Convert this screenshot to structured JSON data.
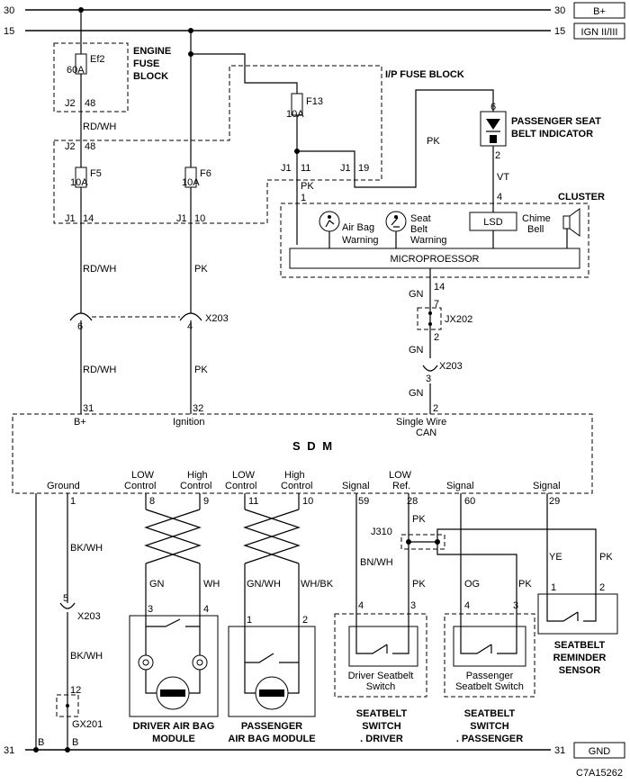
{
  "terminals": {
    "b_plus": {
      "num_left": "30",
      "num_right": "30",
      "label": "B+"
    },
    "ign": {
      "num_left": "15",
      "num_right": "15",
      "label": "IGN II/III"
    },
    "gnd": {
      "num_left": "31",
      "num_right": "31",
      "label": "GND"
    }
  },
  "engine_fuse_block": {
    "title_lines": [
      "ENGINE",
      "FUSE",
      "BLOCK"
    ],
    "fuse_name": "Ef2",
    "fuse_rating": "60A",
    "pin_conn": "J2",
    "pin_num": "48"
  },
  "ip_fuse_block": {
    "title": "I/P FUSE BLOCK",
    "f13_name": "F13",
    "f13_rating": "10A",
    "in_conn": "J2",
    "in_pin": "48",
    "f5_name": "F5",
    "f5_rating": "10A",
    "f5_conn": "J1",
    "f5_pin": "14",
    "f6_name": "F6",
    "f6_rating": "10A",
    "f6_conn": "J1",
    "f6_pin": "10",
    "j1_11_conn": "J1",
    "j1_11_pin": "11",
    "j1_19_conn": "J1",
    "j1_19_pin": "19"
  },
  "passenger_seat_belt_indicator": {
    "title_lines": [
      "PASSENGER SEAT",
      "BELT INDICATOR"
    ],
    "pin_top": "6",
    "pin_bottom": "2"
  },
  "cluster": {
    "title": "CLUSTER",
    "pin_pk": "1",
    "pin_vt": "4",
    "pin_can": "14",
    "airbag_lines": [
      "Air Bag",
      "Warning"
    ],
    "seatbelt_lines": [
      "Seat",
      "Belt",
      "Warning"
    ],
    "lsd": "LSD",
    "chime_lines": [
      "Chime",
      "Bell"
    ],
    "microprocessor": "MICROPROESSOR"
  },
  "wires": {
    "rd_wh": "RD/WH",
    "pk": "PK",
    "vt": "VT",
    "gn": "GN",
    "bk_wh": "BK/WH",
    "gn_wh": "GN/WH",
    "wh": "WH",
    "wh_bk": "WH/BK",
    "bn_wh": "BN/WH",
    "og": "OG",
    "ye": "YE"
  },
  "connectors": {
    "x203_a": {
      "name": "X203",
      "left_pin": "6",
      "right_pin": "4"
    },
    "jx202": {
      "name": "JX202",
      "pin_top": "7",
      "pin_bottom": "2"
    },
    "x203_b": {
      "name": "X203",
      "pin": "3"
    },
    "x203_c": {
      "name": "X203",
      "pin": "5"
    },
    "gx201": {
      "name": "GX201",
      "pin": "12"
    },
    "j310": {
      "name": "J310"
    }
  },
  "sdm": {
    "title": "S D M",
    "top_pins": [
      {
        "num": "31",
        "label": "B+"
      },
      {
        "num": "32",
        "label": "Ignition"
      },
      {
        "num": "2",
        "label_lines": [
          "Single Wire",
          "CAN"
        ]
      }
    ],
    "bottom_pins": [
      {
        "num": "1",
        "label_lines": [
          "Ground"
        ]
      },
      {
        "num": "8",
        "label_lines": [
          "LOW",
          "Control"
        ]
      },
      {
        "num": "9",
        "label_lines": [
          "High",
          "Control"
        ]
      },
      {
        "num": "11",
        "label_lines": [
          "LOW",
          "Control"
        ]
      },
      {
        "num": "10",
        "label_lines": [
          "High",
          "Control"
        ]
      },
      {
        "num": "59",
        "label_lines": [
          "Signal"
        ]
      },
      {
        "num": "28",
        "label_lines": [
          "LOW",
          "Ref."
        ]
      },
      {
        "num": "60",
        "label_lines": [
          "Signal"
        ]
      },
      {
        "num": "29",
        "label_lines": [
          "Signal"
        ]
      }
    ]
  },
  "driver_airbag": {
    "pin_left": "3",
    "pin_right": "4",
    "title_lines": [
      "DRIVER AIR BAG",
      "MODULE"
    ]
  },
  "passenger_airbag": {
    "pin_left": "1",
    "pin_right": "2",
    "title_lines": [
      "PASSENGER",
      "AIR BAG MODULE"
    ]
  },
  "driver_seatbelt_switch": {
    "pin_left": "4",
    "pin_right": "3",
    "inner_lines": [
      "Driver Seatbelt",
      "Switch"
    ],
    "title_lines": [
      "SEATBELT",
      "SWITCH",
      ". DRIVER"
    ]
  },
  "passenger_seatbelt_switch": {
    "pin_left": "4",
    "pin_right": "3",
    "inner_lines": [
      "Passenger",
      "Seatbelt Switch"
    ],
    "title_lines": [
      "SEATBELT",
      "SWITCH",
      ". PASSENGER"
    ]
  },
  "seatbelt_reminder_sensor": {
    "pin_left": "1",
    "pin_right": "2",
    "title_lines": [
      "SEATBELT",
      "REMINDER",
      "SENSOR"
    ]
  },
  "ground_labels": {
    "left": "B",
    "right": "B"
  },
  "figure_id": "C7A15262"
}
